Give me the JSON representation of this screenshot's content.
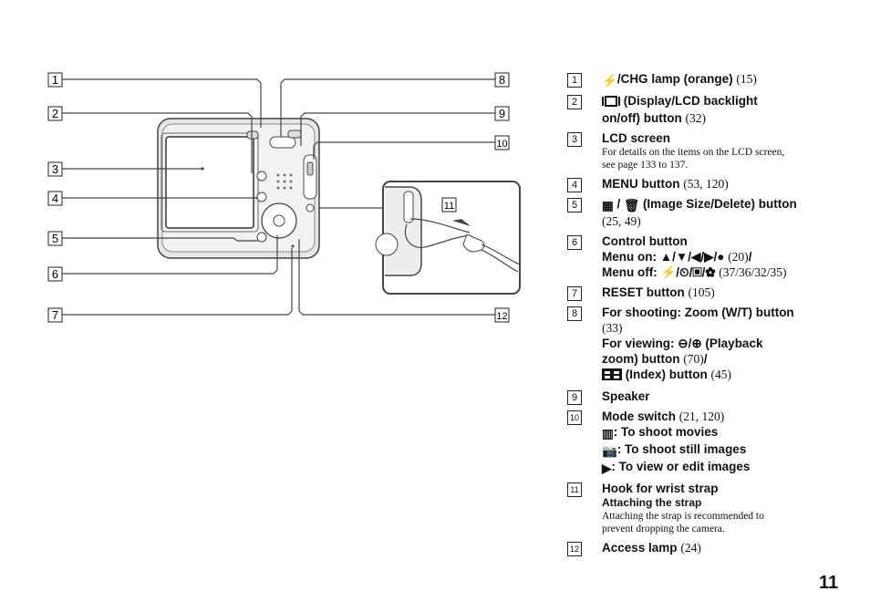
{
  "callouts": [
    "1",
    "2",
    "3",
    "4",
    "5",
    "6",
    "7",
    "8",
    "9",
    "10",
    "11",
    "12"
  ],
  "items": [
    {
      "num": "1",
      "title": "/CHG lamp (orange)",
      "ref": "(15)"
    },
    {
      "num": "2",
      "title": "(Display/LCD backlight",
      "title2": "on/off) button",
      "ref": "(32)"
    },
    {
      "num": "3",
      "title": "LCD screen",
      "desc1": "For details on the items on the LCD screen,",
      "desc2": "see page 133 to 137."
    },
    {
      "num": "4",
      "title": "MENU button",
      "ref": "(53, 120)"
    },
    {
      "num": "5",
      "title": "(Image Size/Delete) button",
      "ref": "(25, 49)"
    },
    {
      "num": "6",
      "title": "Control button",
      "line2": "Menu on:",
      "line2ref": "(20)",
      "line3": "Menu off:",
      "line3ref": "(37/36/32/35)"
    },
    {
      "num": "7",
      "title": "RESET button",
      "ref": "(105)"
    },
    {
      "num": "8",
      "title": "For shooting: Zoom (W/T) button",
      "ref": "(33)",
      "line2": "(Playback",
      "line2pre": "For viewing:",
      "line3": "zoom) button",
      "line3ref": "(70)",
      "line4": "(Index) button",
      "line4ref": "(45)"
    },
    {
      "num": "9",
      "title": "Speaker"
    },
    {
      "num": "10",
      "title": "Mode switch",
      "ref": "(21, 120)",
      "m1": ": To shoot movies",
      "m2": ": To shoot still images",
      "m3": ": To view or edit images"
    },
    {
      "num": "11",
      "title": "Hook for wrist strap",
      "sub": "Attaching the strap",
      "desc1": "Attaching the strap is recommended to",
      "desc2": "prevent dropping the camera."
    },
    {
      "num": "12",
      "title": "Access lamp",
      "ref": "(24)"
    }
  ],
  "page_number": "11"
}
